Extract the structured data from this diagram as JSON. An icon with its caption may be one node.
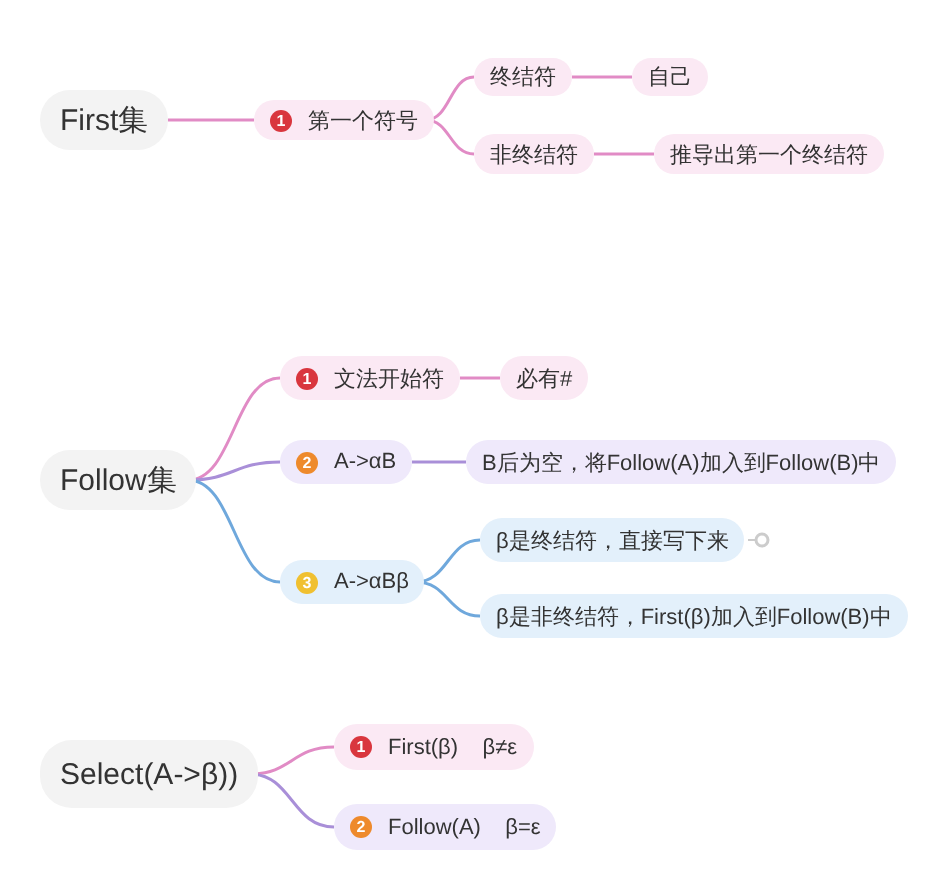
{
  "diagram": {
    "nodes": [
      {
        "text": [
          "First集"
        ]
      },
      {
        "text": [
          "1",
          "第一个符号"
        ]
      },
      {
        "text": [
          "终结符"
        ]
      },
      {
        "text": [
          "自己"
        ]
      },
      {
        "text": [
          "非终结符"
        ]
      },
      {
        "text": [
          "推导出第一个终结符"
        ]
      },
      {
        "text": [
          "Follow集"
        ]
      },
      {
        "text": [
          "1",
          "文法开始符"
        ]
      },
      {
        "text": [
          "必有#"
        ]
      },
      {
        "text": [
          "2",
          "A->αB"
        ]
      },
      {
        "text": [
          "B后为空，将Follow(A)加入到Follow(B)中"
        ]
      },
      {
        "text": [
          "3",
          "A->αBβ"
        ]
      },
      {
        "text": [
          "β是终结符，直接写下来"
        ]
      },
      {
        "text": [
          "β是非终结符，First(β)加入到Follow(B)中"
        ]
      },
      {
        "text": [
          "Select(A->β))"
        ]
      },
      {
        "text": [
          "1",
          "First(β)    β≠ε"
        ]
      },
      {
        "text": [
          "2",
          "Follow(A)    β=ε"
        ]
      }
    ],
    "edges": [
      {
        "from": 0,
        "to": 1,
        "arrow": "none"
      },
      {
        "from": 1,
        "to": 2,
        "arrow": "none"
      },
      {
        "from": 2,
        "to": 3,
        "arrow": "none"
      },
      {
        "from": 1,
        "to": 4,
        "arrow": "none"
      },
      {
        "from": 4,
        "to": 5,
        "arrow": "none"
      },
      {
        "from": 6,
        "to": 7,
        "arrow": "none"
      },
      {
        "from": 7,
        "to": 8,
        "arrow": "none"
      },
      {
        "from": 6,
        "to": 9,
        "arrow": "none",
        "color": "#a98fd8"
      },
      {
        "from": 9,
        "to": 10,
        "arrow": "none",
        "color": "#a98fd8"
      },
      {
        "from": 6,
        "to": 11,
        "arrow": "none",
        "color": "#6fa8dc"
      },
      {
        "from": 11,
        "to": 12,
        "arrow": "none",
        "color": "#6fa8dc"
      },
      {
        "from": 11,
        "to": 13,
        "arrow": "none",
        "color": "#6fa8dc"
      },
      {
        "from": 14,
        "to": 15,
        "arrow": "none"
      },
      {
        "from": 14,
        "to": 16,
        "arrow": "none",
        "color": "#a98fd8"
      }
    ]
  }
}
